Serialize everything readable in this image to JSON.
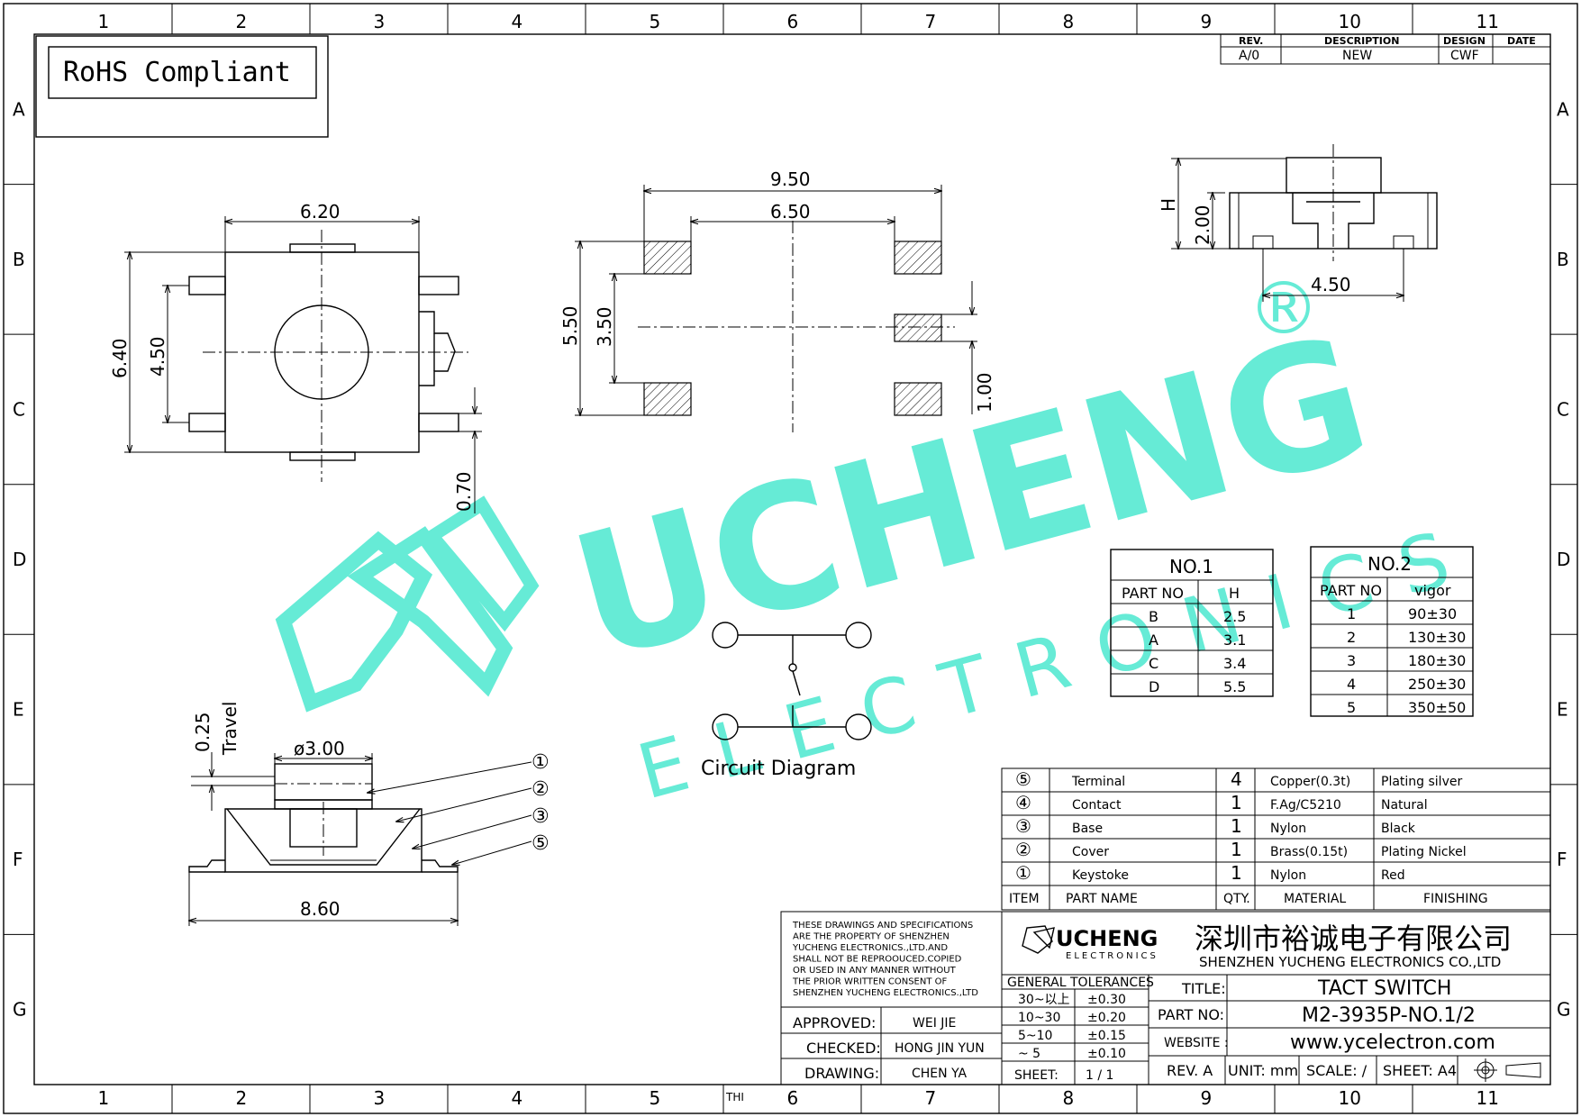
{
  "border": {
    "columns": [
      "1",
      "2",
      "3",
      "4",
      "5",
      "6",
      "7",
      "8",
      "9",
      "10",
      "11"
    ],
    "rows": [
      "A",
      "B",
      "C",
      "D",
      "E",
      "F",
      "G"
    ],
    "bottom_note": "THI"
  },
  "rohs": "RoHS Compliant",
  "revision": {
    "headers": [
      "REV.",
      "DESCRIPTION",
      "DESIGN",
      "DATE"
    ],
    "row": [
      "A/0",
      "NEW",
      "CWF",
      ""
    ]
  },
  "top_view": {
    "dim_width": "6.20",
    "dim_height": "6.40",
    "dim_pitch": "4.50",
    "dim_lead": "0.70"
  },
  "footprint": {
    "dim_outer": "9.50",
    "dim_inner": "6.50",
    "dim_outer_h": "5.50",
    "dim_inner_h": "3.50",
    "dim_pad": "1.00"
  },
  "side_view": {
    "dim_h": "H",
    "dim_base": "2.00",
    "dim_pitch": "4.50"
  },
  "section_view": {
    "dim_travel": "0.25",
    "travel_label": "Travel",
    "dim_dia": "ø3.00",
    "dim_length": "8.60",
    "balloons": [
      "①",
      "②",
      "③",
      "⑤"
    ]
  },
  "circuit_label": "Circuit Diagram",
  "watermark": {
    "brand": "UCHENG",
    "sub": "ELECTRONICS",
    "reg": "®"
  },
  "table_no1": {
    "title": "NO.1",
    "headers": [
      "PART NO",
      "H"
    ],
    "rows": [
      [
        "B",
        "2.5"
      ],
      [
        "A",
        "3.1"
      ],
      [
        "C",
        "3.4"
      ],
      [
        "D",
        "5.5"
      ]
    ]
  },
  "table_no2": {
    "title": "NO.2",
    "headers": [
      "PART NO",
      "vigor"
    ],
    "rows": [
      [
        "1",
        "90±30"
      ],
      [
        "2",
        "130±30"
      ],
      [
        "3",
        "180±30"
      ],
      [
        "4",
        "250±30"
      ],
      [
        "5",
        "350±50"
      ]
    ]
  },
  "bom": {
    "rows": [
      [
        "⑤",
        "Terminal",
        "4",
        "Copper(0.3t)",
        "Plating silver"
      ],
      [
        "④",
        "Contact",
        "1",
        "F.Ag/C5210",
        "Natural"
      ],
      [
        "③",
        "Base",
        "1",
        "Nylon",
        "Black"
      ],
      [
        "②",
        "Cover",
        "1",
        "Brass(0.15t)",
        "Plating Nickel"
      ],
      [
        "①",
        "Keystoke",
        "1",
        "Nylon",
        "Red"
      ]
    ],
    "headers": [
      "ITEM",
      "PART NAME",
      "QTY.",
      "MATERIAL",
      "FINISHING"
    ]
  },
  "title_block": {
    "notice": [
      "THESE DRAWINGS AND SPECIFICATIONS",
      "ARE THE PROPERTY OF SHENZHEN",
      "YUCHENG ELECTRONICS.,LTD.AND",
      "SHALL NOT BE REPROOUCED.COPIED",
      "OR USED IN ANY MANNER WITHOUT",
      "THE PRIOR WRITTEN CONSENT OF",
      "SHENZHEN YUCHENG ELECTRONICS.,LTD"
    ],
    "logo_main": "UCHENG",
    "logo_sub": "ELECTRONICS",
    "company_cn": "深圳市裕诚电子有限公司",
    "company_en": "SHENZHEN YUCHENG ELECTRONICS CO.,LTD",
    "approved_label": "APPROVED:",
    "approved": "WEI JIE",
    "checked_label": "CHECKED:",
    "checked": "HONG JIN YUN",
    "drawing_label": "DRAWING:",
    "drawing": "CHEN YA",
    "tol_title": "GENERAL TOLERANCES",
    "tolerances": [
      [
        "30~以上",
        "±0.30"
      ],
      [
        "10~30",
        "±0.20"
      ],
      [
        "5~10",
        "±0.15"
      ],
      [
        "~ 5",
        "±0.10"
      ]
    ],
    "sheet_label": "SHEET:",
    "sheet": "1 / 1",
    "title_label": "TITLE:",
    "title": "TACT SWITCH",
    "partno_label": "PART NO:",
    "partno": "M2-3935P-NO.1/2",
    "website_label": "WEBSITE :",
    "website": "www.ycelectron.com",
    "rev": "REV. A",
    "unit": "UNIT: mm",
    "scale": "SCALE: /",
    "sheet_size": "SHEET: A4"
  }
}
